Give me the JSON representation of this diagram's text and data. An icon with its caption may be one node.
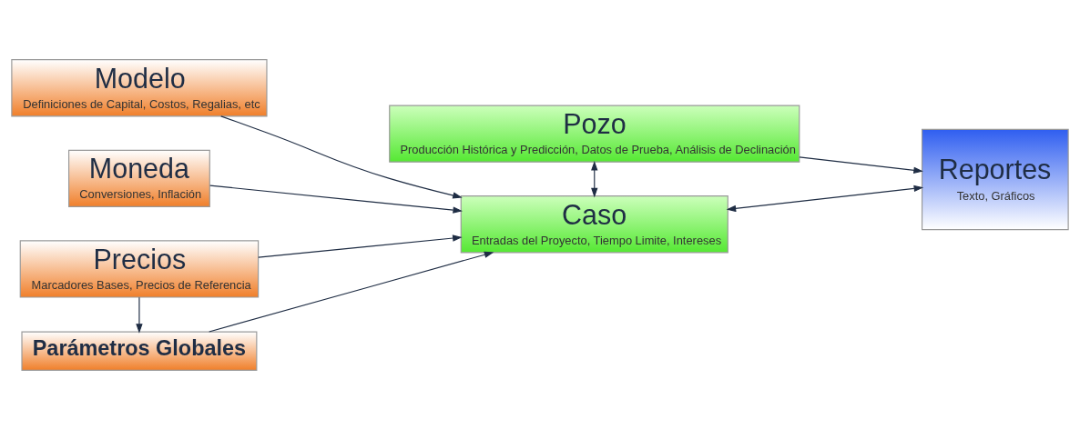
{
  "diagram": {
    "nodes": [
      {
        "text": [
          "Modelo",
          "Definiciones de Capital, Costos, Regalias, etc"
        ]
      },
      {
        "text": [
          "Moneda",
          "Conversiones, Inflación"
        ]
      },
      {
        "text": [
          "Precios",
          "Marcadores Bases, Precios de Referencia"
        ]
      },
      {
        "text": [
          "Parámetros Globales"
        ]
      },
      {
        "text": [
          "Pozo",
          "Producción Histórica y Predicción, Datos de Prueba, Análisis de Declinación"
        ]
      },
      {
        "text": [
          "Caso",
          "Entradas del Proyecto, Tiempo Limite, Intereses"
        ]
      },
      {
        "text": [
          "Reportes",
          "Texto, Gráficos"
        ]
      }
    ],
    "edges": [
      {
        "from": 0,
        "to": 5,
        "arrow": "to"
      },
      {
        "from": 1,
        "to": 5,
        "arrow": "to"
      },
      {
        "from": 2,
        "to": 5,
        "arrow": "to"
      },
      {
        "from": 2,
        "to": 3,
        "arrow": "to"
      },
      {
        "from": 3,
        "to": 5,
        "arrow": "to"
      },
      {
        "from": 4,
        "to": 5,
        "arrow": "both"
      },
      {
        "from": 5,
        "to": 6,
        "arrow": "both"
      },
      {
        "from": 4,
        "to": 6,
        "arrow": "to"
      }
    ]
  }
}
